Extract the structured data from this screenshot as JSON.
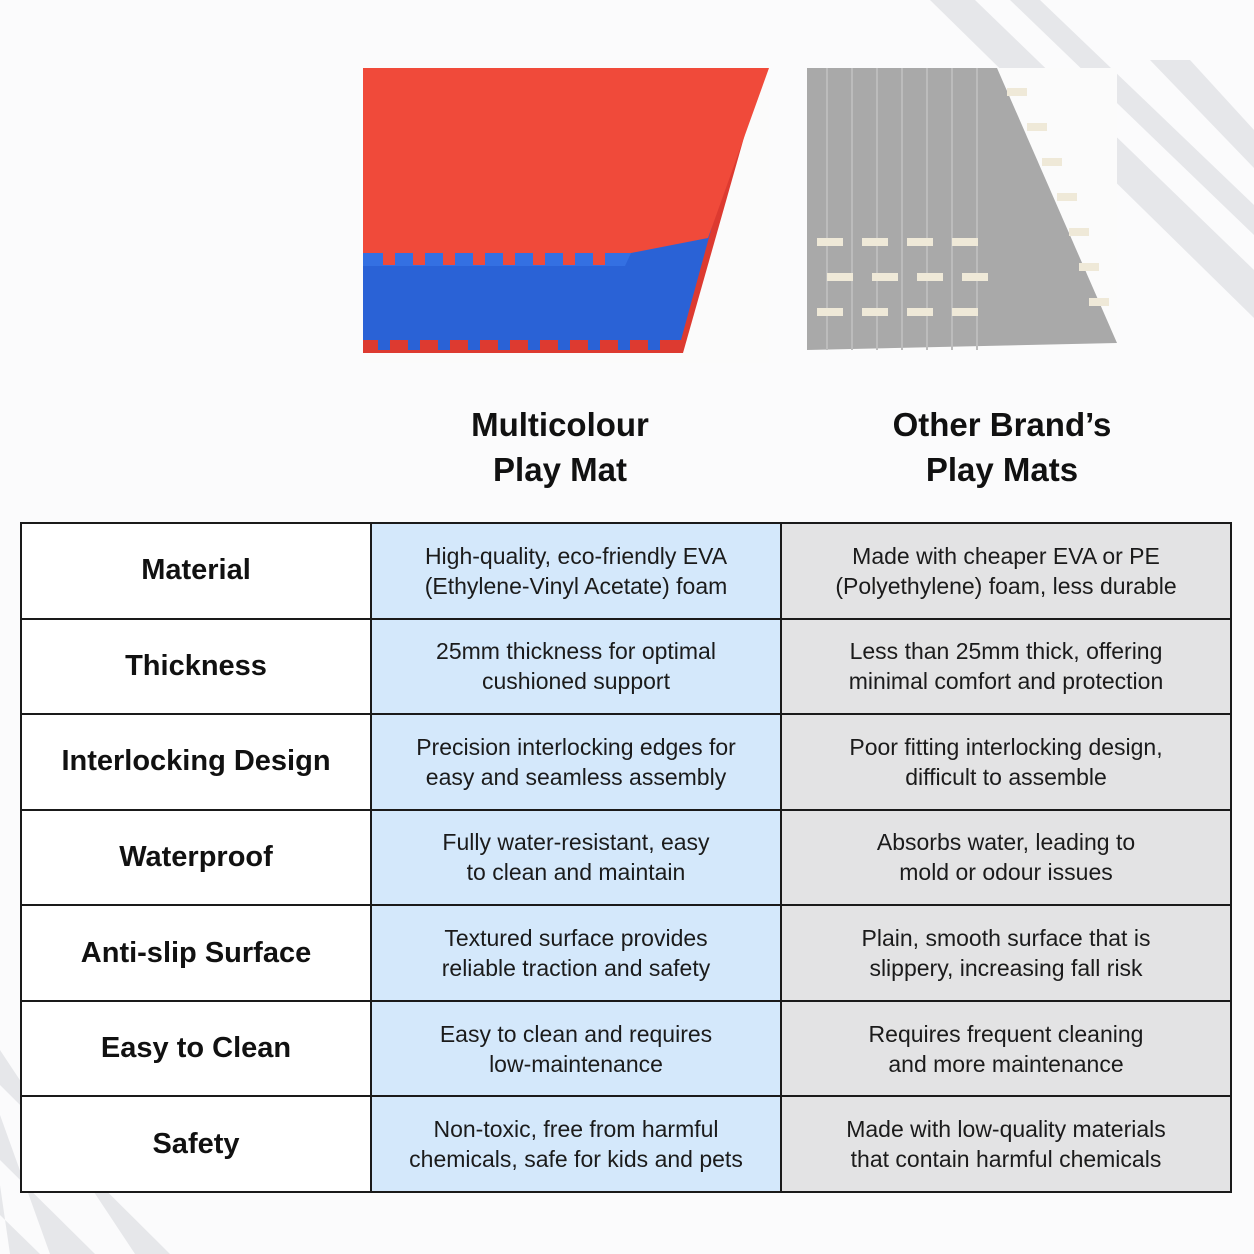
{
  "colors": {
    "ours_column_bg": "#d4e8fb",
    "other_column_bg": "#e3e3e4",
    "mat_red": "#f04a3a",
    "mat_blue": "#2a62d6",
    "mat_gray": "#a9a9a9",
    "border": "#1a1a1a"
  },
  "columns": {
    "ours": {
      "title_lines": [
        "Multicolour",
        "Play Mat"
      ]
    },
    "other": {
      "title_lines": [
        "Other Brand’s",
        "Play Mats"
      ]
    }
  },
  "rows": [
    {
      "feature": "Material",
      "ours": [
        "High-quality, eco-friendly EVA",
        "(Ethylene-Vinyl Acetate) foam"
      ],
      "other": [
        "Made with cheaper EVA or PE",
        "(Polyethylene) foam, less durable"
      ]
    },
    {
      "feature": "Thickness",
      "ours": [
        "25mm thickness for optimal",
        "cushioned support"
      ],
      "other": [
        "Less than 25mm thick, offering",
        "minimal comfort and protection"
      ]
    },
    {
      "feature": "Interlocking Design",
      "ours": [
        "Precision interlocking edges for",
        "easy and seamless assembly"
      ],
      "other": [
        "Poor fitting interlocking design,",
        "difficult to assemble"
      ]
    },
    {
      "feature": "Waterproof",
      "ours": [
        "Fully water-resistant, easy",
        "to clean and maintain"
      ],
      "other": [
        "Absorbs water, leading to",
        "mold or odour issues"
      ]
    },
    {
      "feature": "Anti-slip Surface",
      "ours": [
        "Textured surface provides",
        "reliable traction and safety"
      ],
      "other": [
        "Plain, smooth surface that is",
        "slippery, increasing fall risk"
      ]
    },
    {
      "feature": "Easy to Clean",
      "ours": [
        "Easy to clean and requires",
        "low-maintenance"
      ],
      "other": [
        "Requires frequent cleaning",
        "and more maintenance"
      ]
    },
    {
      "feature": "Safety",
      "ours": [
        "Non-toxic, free from harmful",
        "chemicals, safe for kids and pets"
      ],
      "other": [
        "Made with low-quality materials",
        "that contain harmful chemicals"
      ]
    }
  ]
}
